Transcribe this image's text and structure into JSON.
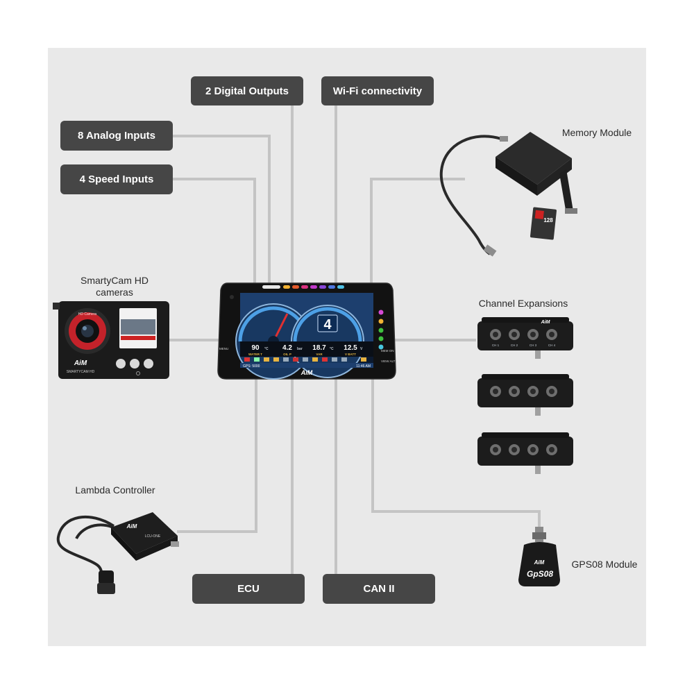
{
  "labels": {
    "digital_outputs": "2 Digital Outputs",
    "wifi": "Wi-Fi connectivity",
    "analog_inputs": "8 Analog Inputs",
    "speed_inputs": "4 Speed Inputs",
    "ecu": "ECU",
    "can": "CAN II"
  },
  "captions": {
    "memory_module": "Memory Module",
    "smartycam_line1": "SmartyCam HD",
    "smartycam_line2": "cameras",
    "channel_expansions": "Channel Expansions",
    "lambda_controller": "Lambda Controller",
    "gps08": "GPS08 Module"
  },
  "dash": {
    "gear": "4",
    "readout_water_value": "90",
    "readout_water_unit": "°C",
    "readout_oil_value": "4.2",
    "readout_oil_unit": "bar",
    "readout_mid_value": "18.7",
    "readout_mid_unit": "°C",
    "readout_vbatt_value": "12.5",
    "readout_vbatt_unit": "V",
    "label_water": "WATER T",
    "label_oil": "OIL P",
    "label_mid": "VAR",
    "label_vbatt": "V BATT",
    "status_left": "GPS: 5000",
    "status_right": "11:46 AM",
    "brand": "AiM",
    "btn_menu": "MENU",
    "btn_mem_on": "MEM ON",
    "btn_view_alt": "VIEW ALT"
  },
  "camera": {
    "brand": "AiM",
    "model": "SMARTYCAM HD",
    "lens_text": "HD Camera"
  },
  "memory_card": {
    "capacity": "128"
  },
  "expansion": {
    "brand": "AiM",
    "ports": [
      "CH 1",
      "CH 2",
      "CH 3",
      "CH 4"
    ]
  },
  "lambda": {
    "brand": "AiM",
    "model": "LCU-ONE"
  },
  "gps": {
    "brand": "AiM",
    "model": "GpS08"
  },
  "colors": {
    "panel": "#e9e9e9",
    "connector_line": "#c4c4c4",
    "label_box": "#464646",
    "label_text": "#ffffff",
    "device_body": "#1b1b1b",
    "screen_blue": "#1d3f6e",
    "camera_red": "#c4222a"
  }
}
